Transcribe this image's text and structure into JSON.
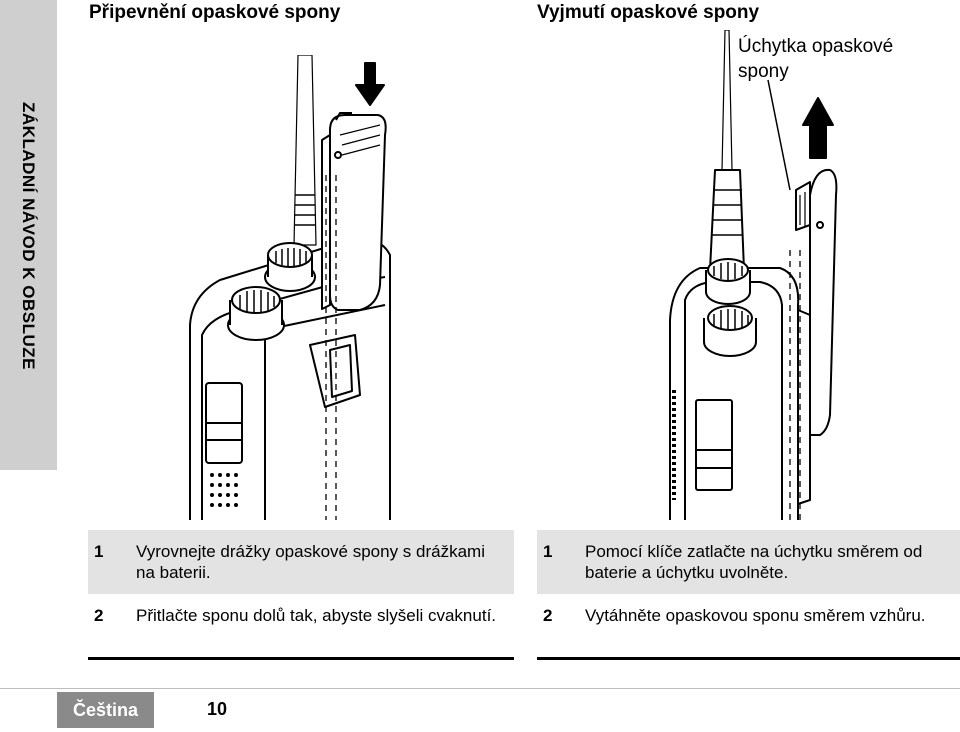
{
  "side_tab": {
    "label": "ZÁKLADNÍ NÁVOD K OBSLUZE"
  },
  "left_section": {
    "title": "Připevnění opaskové spony",
    "steps": [
      {
        "num": "1",
        "text": "Vyrovnejte drážky opaskové spony s drážkami na baterii."
      },
      {
        "num": "2",
        "text": "Přitlačte sponu dolů tak, abyste slyšeli cvaknutí."
      }
    ]
  },
  "right_section": {
    "title": "Vyjmutí opaskové spony",
    "callout": "Úchytka opaskové spony",
    "steps": [
      {
        "num": "1",
        "text": "Pomocí klíče zatlačte na úchytku směrem od baterie a úchytku uvolněte."
      },
      {
        "num": "2",
        "text": "Vytáhněte opaskovou sponu směrem vzhůru."
      }
    ]
  },
  "footer": {
    "language": "Čeština",
    "page": "10"
  },
  "icons": {
    "left_arrow": "arrow-down-icon",
    "right_arrow": "arrow-up-icon"
  },
  "colors": {
    "tab": "#cfcfcf",
    "shade": "#e3e3e3",
    "badge": "#8a8a8a"
  }
}
